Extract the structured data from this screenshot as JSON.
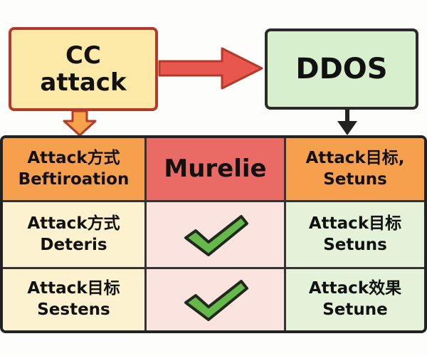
{
  "nodes": {
    "cc": {
      "line1": "CC",
      "line2": "attack"
    },
    "ddos": {
      "label": "DDOS"
    }
  },
  "matrix": {
    "header": {
      "left": {
        "line1": "Attack方式",
        "line2": "Beftiroation"
      },
      "middle": "Murelie",
      "right": {
        "line1": "Attack目标,",
        "line2": "Setuns"
      }
    },
    "rows": [
      {
        "left": {
          "line1": "Attack方式",
          "line2": "Deteris"
        },
        "middle": "checkmark",
        "right": {
          "line1": "Attack目标",
          "line2": "Setuns"
        }
      },
      {
        "left": {
          "line1": "Attack目标",
          "line2": "Sestens"
        },
        "middle": "checkmark",
        "right": {
          "line1": "Attack效果",
          "line2": "Setune"
        }
      }
    ]
  },
  "colors": {
    "cc_fill": "#fde9a7",
    "cc_border": "#b33a2a",
    "ddos_fill": "#d8efcd",
    "arrow_red": "#e8574e",
    "arrow_orange": "#f5a24b",
    "header_orange": "#f6a04d",
    "header_red": "#ea6b66",
    "check_green": "#67b84a"
  },
  "icons": {
    "match": "checkmark-icon"
  }
}
